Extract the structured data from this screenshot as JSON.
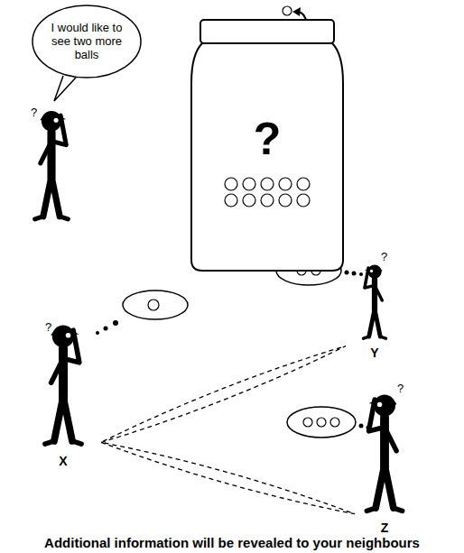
{
  "diagram": {
    "caption": "Additional information will be revealed to your neighbours",
    "nodes": [
      {
        "text": [
          "I would like to see two more balls"
        ]
      },
      {
        "text": [
          "?"
        ]
      },
      {
        "text": [
          "X"
        ]
      },
      {
        "text": [
          "Y"
        ]
      },
      {
        "text": [
          "Z"
        ]
      }
    ],
    "edges": [
      {
        "from": 2,
        "to": 3,
        "arrow": "none"
      },
      {
        "from": 2,
        "to": 4,
        "arrow": "none"
      }
    ],
    "labels": [
      "?",
      "?",
      "?",
      "?"
    ]
  }
}
